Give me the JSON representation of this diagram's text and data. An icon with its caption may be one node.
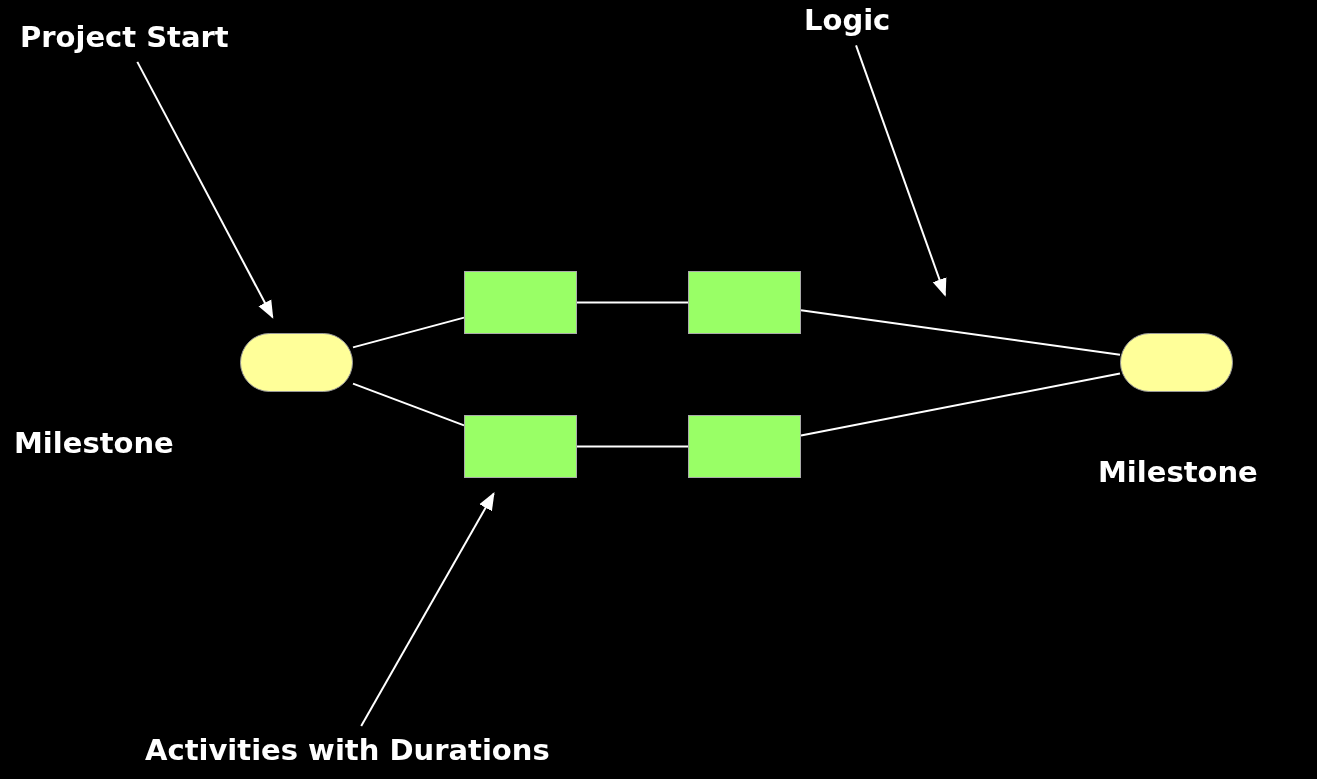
{
  "diagram": {
    "nodes": [
      {
        "text": [
          "Project Start"
        ]
      },
      {
        "text": [
          "Logic"
        ]
      },
      {
        "text": [],
        "shape": "pill",
        "beside": [
          "Milestone"
        ]
      },
      {
        "text": [],
        "shape": "box"
      },
      {
        "text": [],
        "shape": "box"
      },
      {
        "text": [],
        "shape": "box"
      },
      {
        "text": [],
        "shape": "box"
      },
      {
        "text": [],
        "shape": "pill",
        "beside": [
          "Milestone"
        ]
      },
      {
        "text": [
          "Activities with Durations"
        ]
      }
    ],
    "edges": [
      {
        "from": 0,
        "to": 2,
        "arrow": "to"
      },
      {
        "from": 1,
        "to": null,
        "arrow": "to"
      },
      {
        "from": 8,
        "to": 5,
        "arrow": "to"
      },
      {
        "from": 2,
        "to": 3,
        "arrow": "none"
      },
      {
        "from": 2,
        "to": 5,
        "arrow": "none"
      },
      {
        "from": 3,
        "to": 4,
        "arrow": "none"
      },
      {
        "from": 5,
        "to": 6,
        "arrow": "none"
      },
      {
        "from": 4,
        "to": 7,
        "arrow": "none"
      },
      {
        "from": 6,
        "to": 7,
        "arrow": "none"
      }
    ]
  }
}
